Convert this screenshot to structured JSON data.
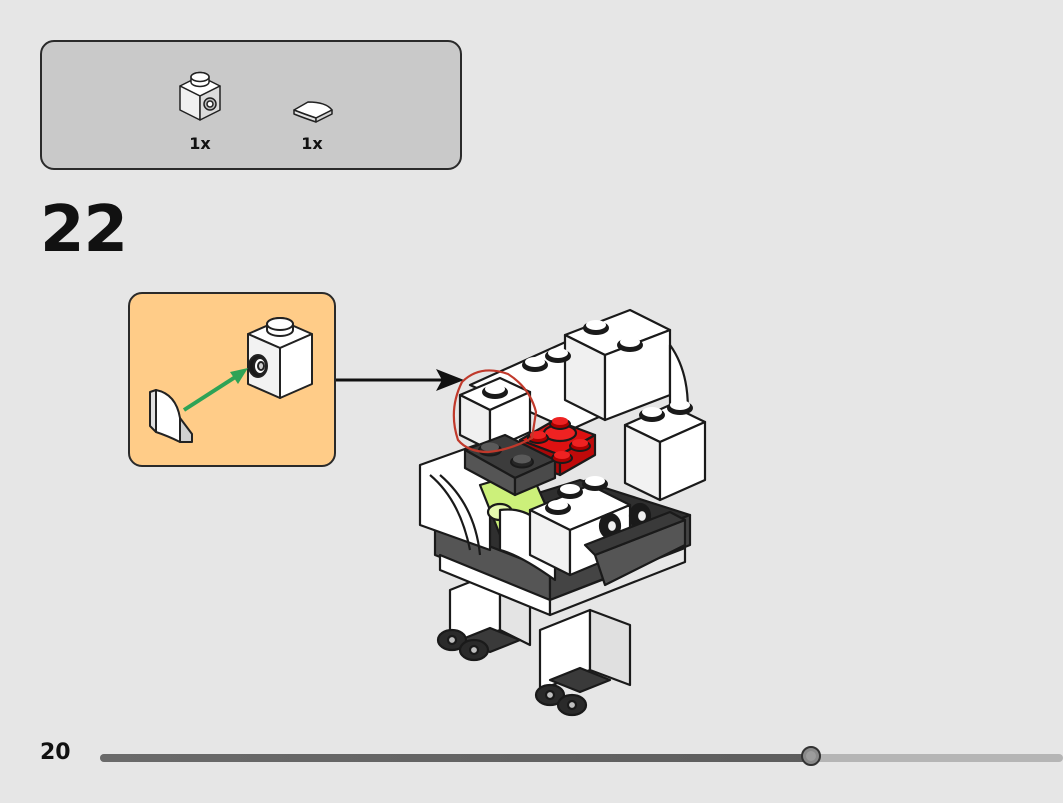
{
  "parts_list": {
    "items": [
      {
        "icon": "brick-1x1-with-stud-icon",
        "quantity": "1x"
      },
      {
        "icon": "tile-quarter-round-icon",
        "quantity": "1x"
      }
    ]
  },
  "step": {
    "number": "22"
  },
  "page": {
    "number": "20"
  },
  "progress": {
    "fraction": 0.74
  },
  "colors": {
    "background": "#e6e6e6",
    "parts_box": "#c9c9c9",
    "callout": "#ffcc88",
    "highlight_outline": "#c0392b",
    "assembly_arrow": "#2ea356",
    "red_plate": "#dd1111",
    "lime_part": "#ccf07a"
  }
}
